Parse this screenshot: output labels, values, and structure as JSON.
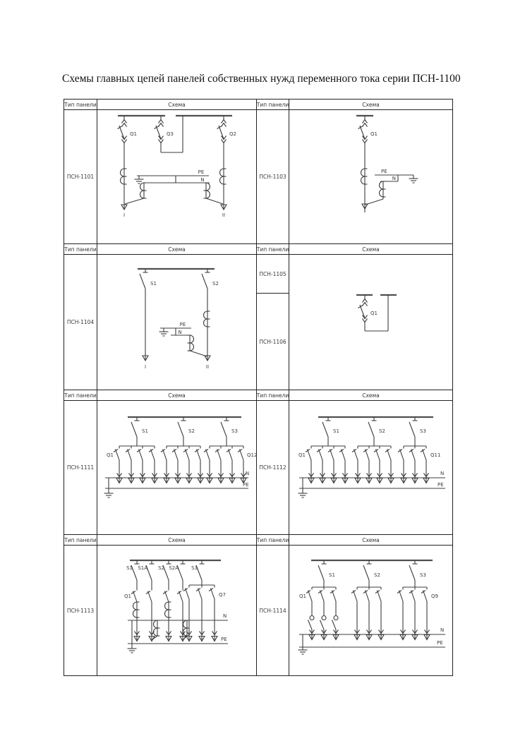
{
  "title": "Схемы главных цепей панелей собственных нужд переменного тока серии ПСН-1100",
  "table": {
    "type_header": "Тип панели",
    "schema_header": "Схема"
  },
  "panels": {
    "psn1101": "ПСН-1101",
    "psn1103": "ПСН-1103",
    "psn1104": "ПСН-1104",
    "psn1105": "ПСН-1105",
    "psn1106": "ПСН-1106",
    "psn1111": "ПСН-1111",
    "psn1112": "ПСН-1112",
    "psn1113": "ПСН-1113",
    "psn1114": "ПСН-1114"
  },
  "labels": {
    "pe": "PE",
    "n": "N",
    "i": "I",
    "ii": "II",
    "q1": "Q1",
    "q2": "Q2",
    "q3": "Q3",
    "q7": "Q7",
    "q9": "Q9",
    "q11": "Q11",
    "q12": "Q12",
    "s1": "S1",
    "s1a": "S1A",
    "s2": "S2",
    "s2a": "S2A",
    "s3": "S3"
  }
}
